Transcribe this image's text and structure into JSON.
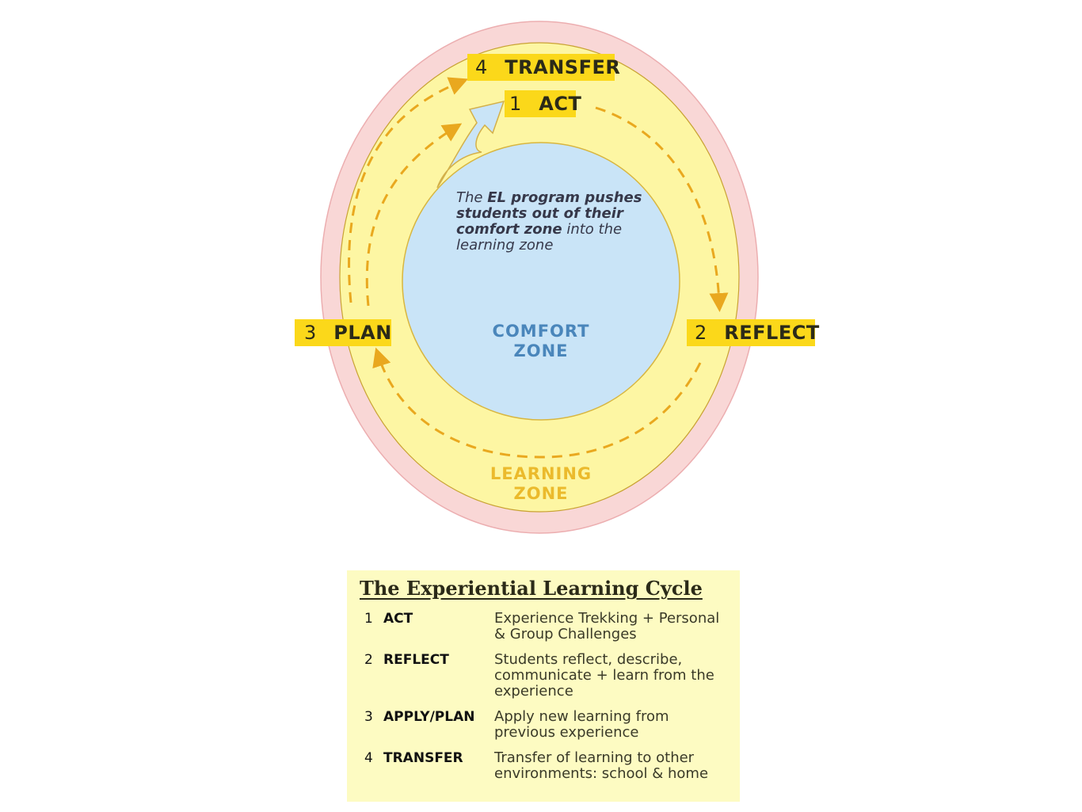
{
  "diagram": {
    "steps": [
      {
        "num": "1",
        "label": "ACT"
      },
      {
        "num": "2",
        "label": "REFLECT"
      },
      {
        "num": "3",
        "label": "PLAN"
      },
      {
        "num": "4",
        "label": "TRANSFER"
      }
    ],
    "push_text": {
      "part1": "The ",
      "part2": "EL program pushes students out of their comfort zone",
      "part3": " into the learning zone"
    },
    "comfort_zone": [
      "COMFORT",
      "ZONE"
    ],
    "learning_zone": [
      "LEARNING",
      "ZONE"
    ],
    "colors": {
      "outer_ring": "#f9d7d6",
      "learning_zone": "#fdf6a3",
      "comfort_zone": "#c9e4f7",
      "arrow": "#e9a81f",
      "label_bg": "#fbd81a"
    }
  },
  "legend": {
    "title": "The Experiential Learning Cycle",
    "rows": [
      {
        "num": "1",
        "label": "ACT",
        "desc": "Experience Trekking + Personal & Group Challenges"
      },
      {
        "num": "2",
        "label": "REFLECT",
        "desc": "Students reflect, describe, communicate + learn from the experience"
      },
      {
        "num": "3",
        "label": "APPLY/PLAN",
        "desc": "Apply new learning from previous experience"
      },
      {
        "num": "4",
        "label": "TRANSFER",
        "desc": "Transfer of learning to other environments: school & home"
      }
    ]
  }
}
